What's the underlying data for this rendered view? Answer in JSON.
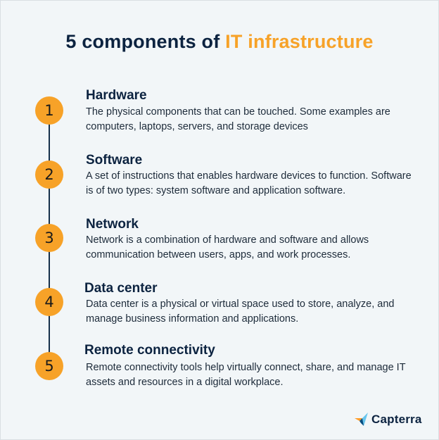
{
  "title": {
    "prefix": "5 components of ",
    "highlight": "IT infrastructure"
  },
  "steps": [
    {
      "number": "1",
      "heading": "Hardware",
      "description": "The physical components that can be touched. Some examples are computers, laptops, servers, and storage devices"
    },
    {
      "number": "2",
      "heading": "Software",
      "description": "A set of instructions that enables hardware devices to function. Software is of two types: system software and application software."
    },
    {
      "number": "3",
      "heading": "Network",
      "description": "Network is a combination of hardware and software and allows communication between users, apps, and work processes."
    },
    {
      "number": "4",
      "heading": "Data center",
      "description": "Data center is a physical or virtual space used to store, analyze, and manage business information and applications."
    },
    {
      "number": "5",
      "heading": "Remote connectivity",
      "description": "Remote connectivity tools help virtually connect, share, and manage IT assets and resources in a digital workplace."
    }
  ],
  "logo": {
    "name": "Capterra",
    "icon": "capterra-logo-icon"
  },
  "colors": {
    "accent": "#f7a228",
    "navy": "#0c2340",
    "background": "#f2f6f8"
  }
}
